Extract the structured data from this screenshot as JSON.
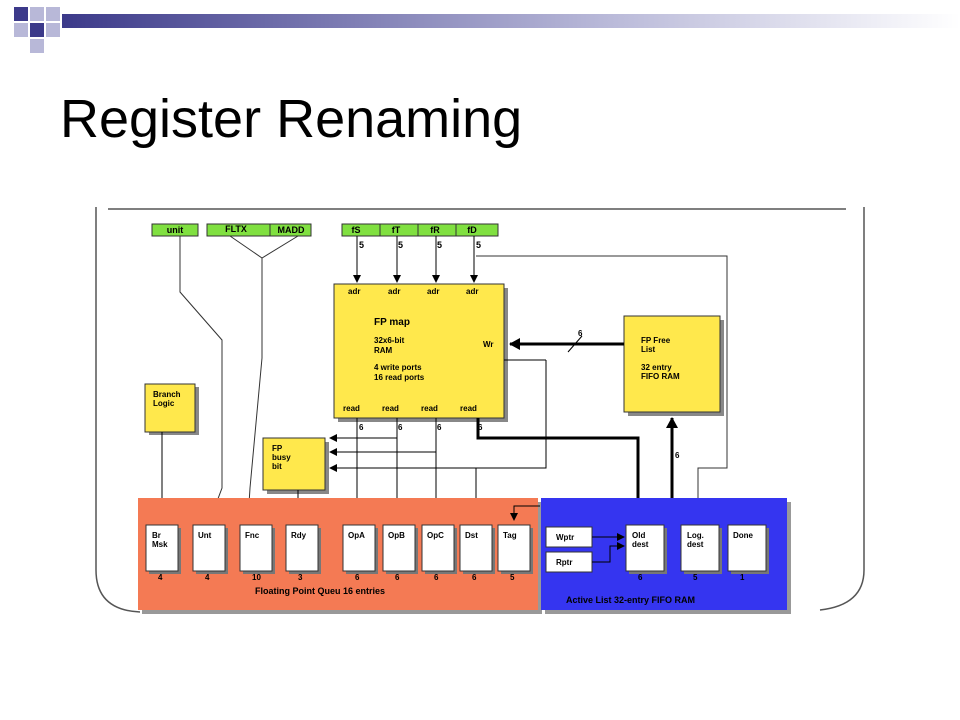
{
  "slide": {
    "title": "Register Renaming"
  },
  "colors": {
    "accent_dark": "#3c3a8a",
    "accent_light": "#b8b8d8",
    "green": "#80e040",
    "yellow": "#ffe84c",
    "orange": "#f47a54",
    "blue": "#3535f0"
  },
  "diagram": {
    "inputs": {
      "unit": "unit",
      "fltx": "FLTX",
      "madd": "MADD",
      "fs": "fS",
      "ft": "fT",
      "fr": "fR",
      "fd": "fD",
      "bits": [
        "5",
        "5",
        "5",
        "5"
      ]
    },
    "fp_map": {
      "port_labels": [
        "adr",
        "adr",
        "adr",
        "adr"
      ],
      "read_labels": [
        "read",
        "read",
        "read",
        "read"
      ],
      "title": "FP map",
      "line1": "32x6-bit",
      "line2": "RAM",
      "line3": "4 write ports",
      "line4": "16 read ports",
      "wr": "Wr",
      "out_bits": [
        "6",
        "6",
        "6",
        "6"
      ]
    },
    "free_list": {
      "line1": "FP Free",
      "line2": "List",
      "line3": "32 entry",
      "line4": "FIFO RAM",
      "bus_bits": "6",
      "return_bits": "6"
    },
    "branch_logic": {
      "line1": "Branch",
      "line2": "Logic"
    },
    "busy_bit": {
      "line1": "FP",
      "line2": "busy",
      "line3": "bit"
    },
    "fp_queue": {
      "label": "Floating Point Queu 16 entries",
      "fields": [
        {
          "line1": "Br",
          "line2": "Msk",
          "bits": "4"
        },
        {
          "line1": "Unt",
          "line2": "",
          "bits": "4"
        },
        {
          "line1": "Fnc",
          "line2": "",
          "bits": "10"
        },
        {
          "line1": "Rdy",
          "line2": "",
          "bits": "3"
        },
        {
          "line1": "OpA",
          "line2": "",
          "bits": "6"
        },
        {
          "line1": "OpB",
          "line2": "",
          "bits": "6"
        },
        {
          "line1": "OpC",
          "line2": "",
          "bits": "6"
        },
        {
          "line1": "Dst",
          "line2": "",
          "bits": "6"
        },
        {
          "line1": "Tag",
          "line2": "",
          "bits": "5"
        }
      ]
    },
    "active_list": {
      "label": "Active List  32-entry FIFO RAM",
      "wptr": "Wptr",
      "rptr": "Rptr",
      "fields": [
        {
          "line1": "Old",
          "line2": "dest",
          "bits": "6"
        },
        {
          "line1": "Log.",
          "line2": "dest",
          "bits": "5"
        },
        {
          "line1": "Done",
          "line2": "",
          "bits": "1"
        }
      ]
    }
  }
}
